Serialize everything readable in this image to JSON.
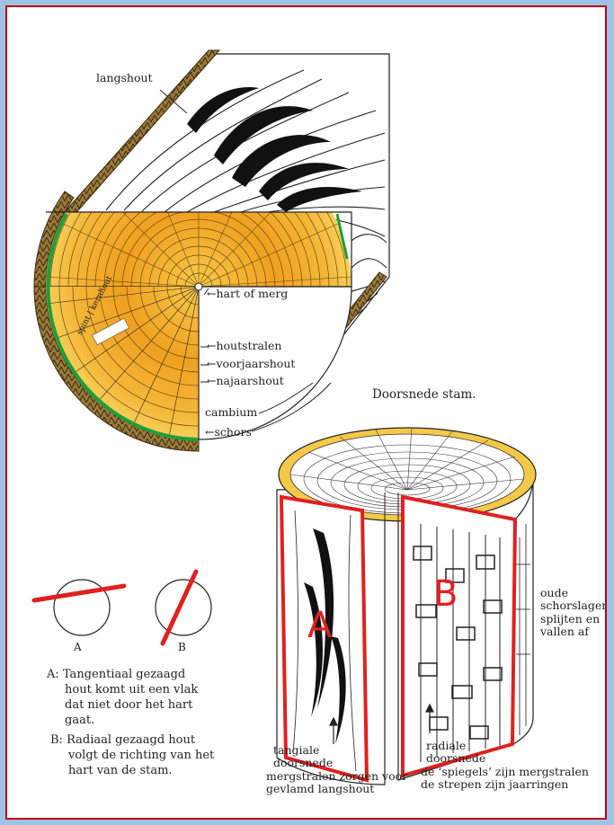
{
  "labels": {
    "langshout": "langshout",
    "hart_of_merg": "hart of merg",
    "houtstralen": "houtstralen",
    "voorjaarshout": "voorjaarshout",
    "najaarshout": "najaarshout",
    "cambium": "cambium",
    "schors": "schors",
    "spint": "spint",
    "kernhout": "kernhout",
    "doorsnede_stam": "Doorsnede stam.",
    "oude_schors": [
      "oude",
      "schorslagen",
      "splijten en",
      "vallen af"
    ],
    "tangiale": [
      "tangiale",
      "doorsnede",
      "mergstralen zorgen voor",
      "gevlamd langshout"
    ],
    "radiale": [
      "radiale",
      "doorsnede",
      "de ‘spiegels’ zijn mergstralen",
      "de strepen zijn jaarringen"
    ],
    "big_a": "A",
    "big_b": "B",
    "circle_a": "A",
    "circle_b": "B"
  },
  "caption": {
    "a_lines": [
      "A: Tangentiaal gezaagd",
      "hout komt uit een vlak",
      "dat niet door het hart",
      "gaat."
    ],
    "b_lines": [
      "B: Radiaal gezaagd hout",
      "volgt de richting van het",
      "hart van de stam."
    ]
  },
  "colors": {
    "frame": "#9dc3e6",
    "border": "#c00000",
    "wood_orange": "#f2a51f",
    "wood_yellow": "#f7cf49",
    "cambium_green": "#1f9e3a",
    "bark_brown": "#8a6a2e",
    "cut_red": "#e02020"
  }
}
